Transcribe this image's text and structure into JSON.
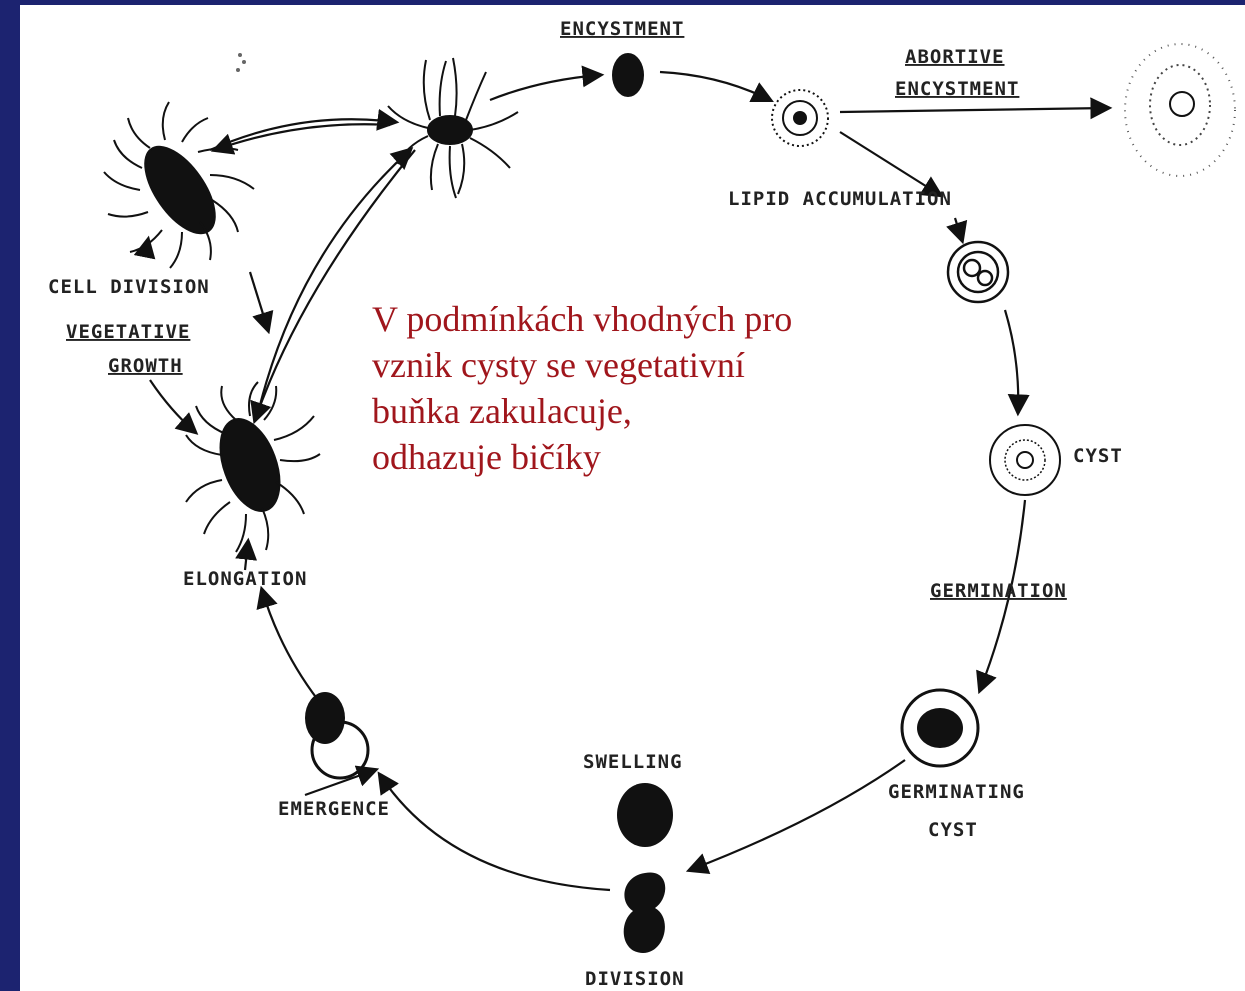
{
  "labels": {
    "encystment": "ENCYSTMENT",
    "abortive_1": "ABORTIVE",
    "abortive_2": "ENCYSTMENT",
    "lipid": "LIPID ACCUMULATION",
    "cyst": "CYST",
    "germination": "GERMINATION",
    "germinating_1": "GERMINATING",
    "germinating_2": "CYST",
    "swelling": "SWELLING",
    "division": "DIVISION",
    "emergence": "EMERGENCE",
    "elongation": "ELONGATION",
    "cell_division": "CELL DIVISION",
    "vegetative_1": "VEGETATIVE",
    "vegetative_2": "GROWTH"
  },
  "caption": {
    "line1": "V podmínkách vhodných pro",
    "line2": "vznik cysty se vegetativní",
    "line3": "buňka zakulacuje,",
    "line4": "odhazuje bičíky"
  },
  "colors": {
    "caption": "#a0161c",
    "border": "#1c2370",
    "ink": "#111111"
  }
}
